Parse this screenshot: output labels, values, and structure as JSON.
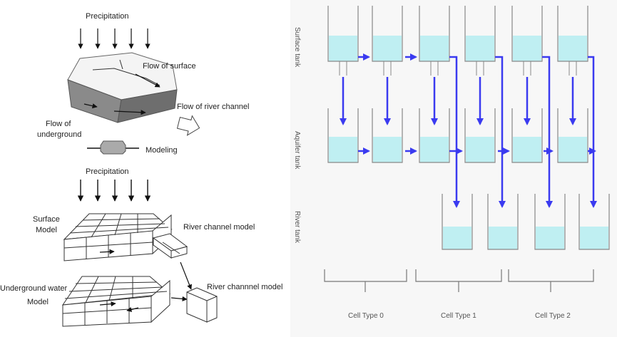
{
  "left_panel": {
    "precipitation_top": "Precipitation",
    "flow_of_surface": "Flow of surface",
    "flow_of_river_channel": "Flow of river channel",
    "flow_of_underground_1": "Flow of",
    "flow_of_underground_2": "underground",
    "modeling": "Modeling",
    "precipitation_bottom": "Precipitation",
    "surface_model_1": "Surface",
    "surface_model_2": "Model",
    "river_channel_model_1": "River channel model",
    "underground_model_1": "Underground water",
    "underground_model_2": "Model",
    "river_channel_model_2": "River channnel model"
  },
  "right_panel": {
    "row_labels": [
      "Surface tank",
      "Aquifer tank",
      "River tank"
    ],
    "cell_types": [
      "Cell Type 0",
      "Cell Type 1",
      "Cell Type 2"
    ]
  },
  "colors": {
    "water": "#bfeff2",
    "arrow": "#3a3af0",
    "tank_line": "#888888",
    "panel_bg": "#f7f7f7"
  }
}
